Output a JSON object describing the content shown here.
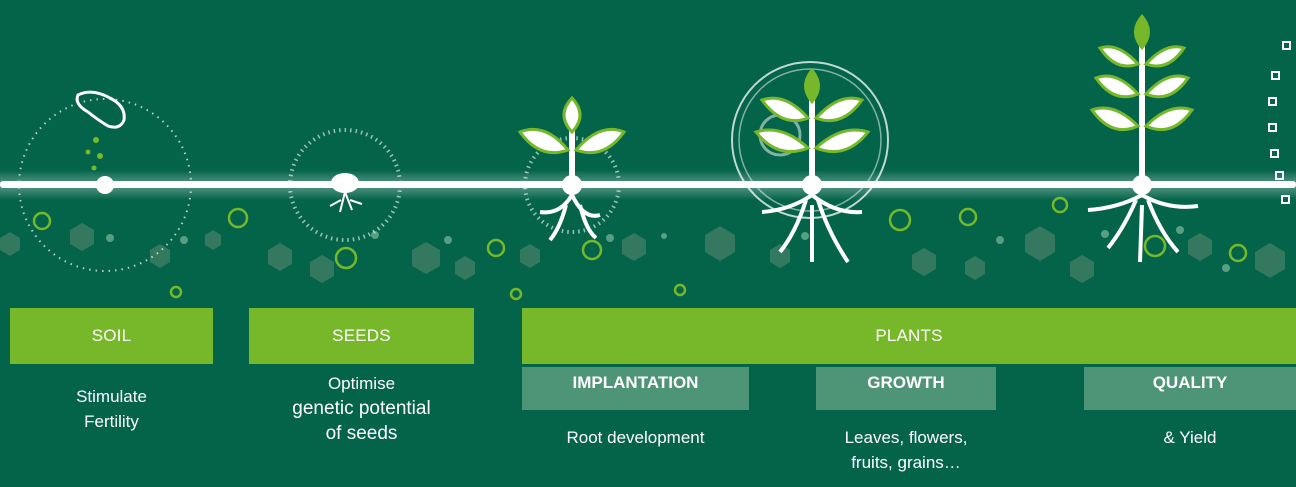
{
  "stages": {
    "soil": {
      "label": "SOIL",
      "line1": "Stimulate",
      "line2": "Fertility"
    },
    "seeds": {
      "label": "SEEDS",
      "line1": "Optimise",
      "line2": "genetic potential",
      "line3": "of seeds"
    },
    "plants": {
      "label": "PLANTS",
      "implantation": {
        "label": "IMPLANTATION",
        "desc": "Root development"
      },
      "growth": {
        "label": "GROWTH",
        "line1": "Leaves, flowers,",
        "line2": "fruits, grains…"
      },
      "quality": {
        "label": "QUALITY",
        "desc": "& Yield"
      }
    }
  },
  "colors": {
    "background": "#036449",
    "accent_green": "#76b82a",
    "sub_green": "#4e9577",
    "line": "#ffffff"
  },
  "icons": [
    "seeding-hand-icon",
    "seed-sprout-icon",
    "young-plant-icon",
    "growing-plant-icon",
    "mature-plant-icon"
  ]
}
